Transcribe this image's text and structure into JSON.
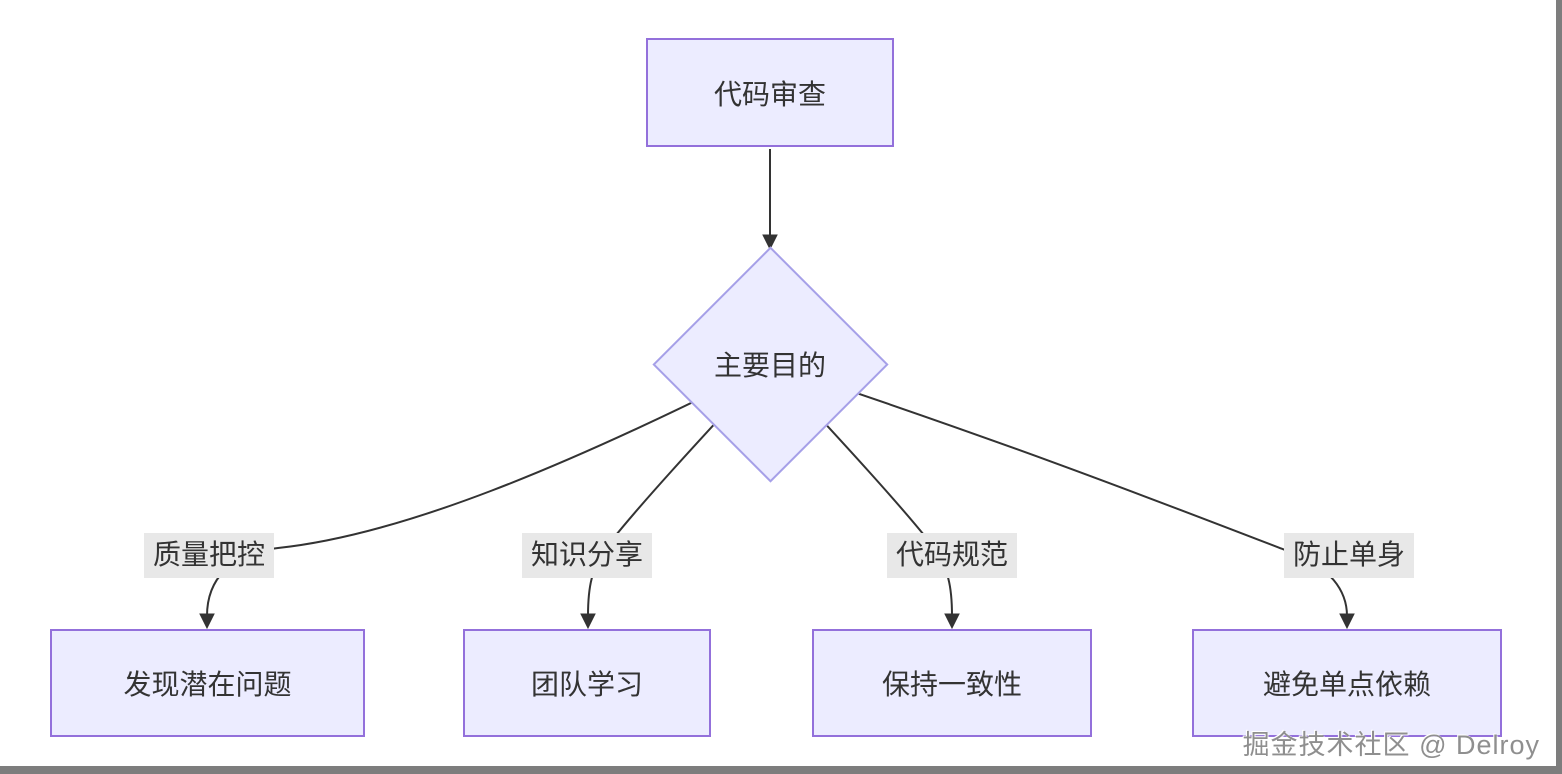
{
  "diagram": {
    "root": {
      "label": "代码审查"
    },
    "decision": {
      "label": "主要目的"
    },
    "branches": [
      {
        "edge_label": "质量把控",
        "target": "发现潜在问题"
      },
      {
        "edge_label": "知识分享",
        "target": "团队学习"
      },
      {
        "edge_label": "代码规范",
        "target": "保持一致性"
      },
      {
        "edge_label": "防止单身",
        "target": "避免单点依赖"
      }
    ],
    "watermark": "掘金技术社区 @ Delroy",
    "colors": {
      "node_fill": "#ECECFF",
      "node_border": "#9370DB",
      "diamond_border": "#a6a0e8",
      "edge": "#333333",
      "text": "#333333",
      "edge_label_bg": "#e8e8e8",
      "watermark": "#8f8f8f",
      "frame": "#7d7d7d"
    }
  }
}
